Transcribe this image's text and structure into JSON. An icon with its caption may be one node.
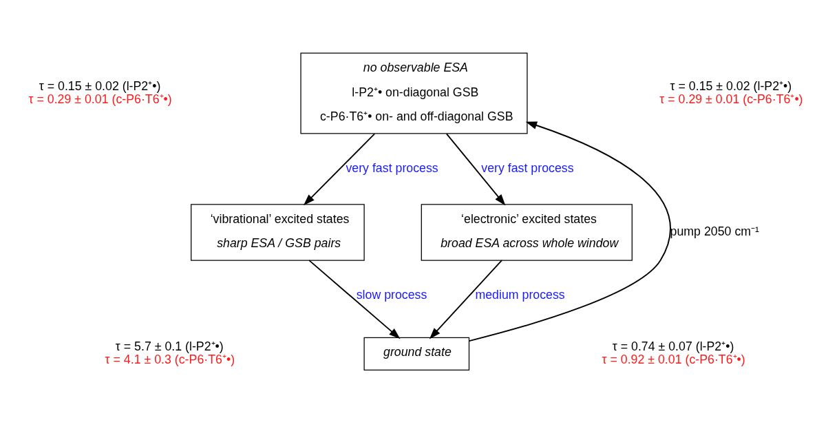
{
  "diagram": {
    "nodes": [
      {
        "text": [
          "no observable ESA",
          "l-P2⁺• on-diagonal GSB",
          "c-P6·T6⁺• on- and off-diagonal GSB"
        ]
      },
      {
        "text": [
          "‘vibrational’ excited states",
          "sharp ESA / GSB pairs"
        ]
      },
      {
        "text": [
          "‘electronic’ excited states",
          "broad ESA across whole window"
        ]
      },
      {
        "text": [
          "ground state"
        ]
      }
    ],
    "edges": [
      {
        "from": 0,
        "to": 1,
        "arrow": "to",
        "label": "very fast process"
      },
      {
        "from": 0,
        "to": 2,
        "arrow": "to",
        "label": "very fast process"
      },
      {
        "from": 1,
        "to": 3,
        "arrow": "to",
        "label": "slow process"
      },
      {
        "from": 2,
        "to": 3,
        "arrow": "to",
        "label": "medium process"
      },
      {
        "from": 3,
        "to": 0,
        "arrow": "to",
        "label": "pump 2050 cm⁻¹"
      }
    ],
    "labels": [
      "τ = 0.15 ± 0.02 (l-P2⁺•)",
      "τ = 0.29 ± 0.01 (c-P6·T6⁺•)",
      "τ = 0.15 ± 0.02 (l-P2⁺•)",
      "τ = 0.29 ± 0.01 (c-P6·T6⁺•)",
      "τ = 5.7 ± 0.1 (l-P2⁺•)",
      "τ = 4.1 ± 0.3 (c-P6·T6⁺•)",
      "τ = 0.74 ± 0.07 (l-P2⁺•)",
      "τ = 0.92 ± 0.01 (c-P6·T6⁺•)"
    ]
  }
}
